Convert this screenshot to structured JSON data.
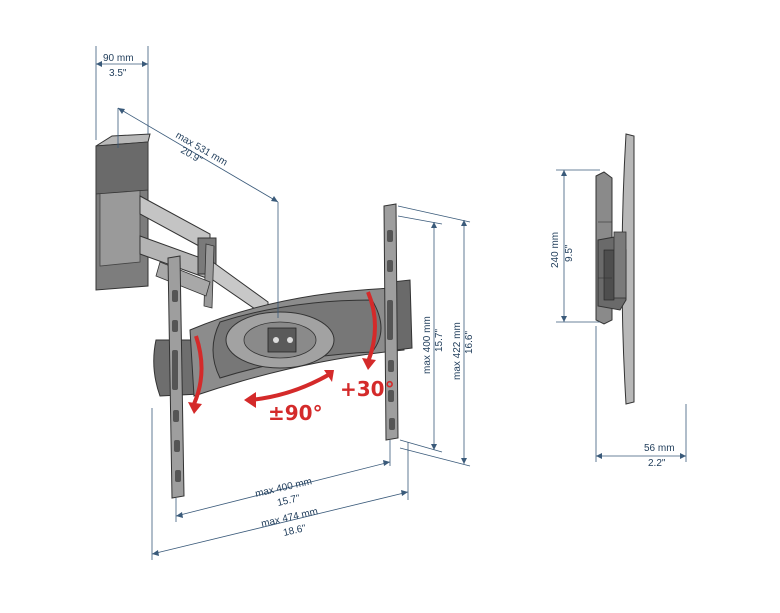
{
  "dimensions": {
    "depth_min": {
      "metric": "90 mm",
      "imperial": "3.5\""
    },
    "arm_reach": {
      "metric": "max 531 mm",
      "imperial": "20.9\""
    },
    "vesa_height": {
      "metric": "max 400 mm",
      "imperial": "15.7\""
    },
    "plate_height": {
      "metric": "max 422 mm",
      "imperial": "16.6\""
    },
    "wall_plate_height": {
      "metric": "240 mm",
      "imperial": "9.5\""
    },
    "depth_side": {
      "metric": "56 mm",
      "imperial": "2.2\""
    },
    "vesa_width": {
      "metric": "max 400 mm",
      "imperial": "15.7\""
    },
    "plate_width": {
      "metric": "max 474 mm",
      "imperial": "18.6\""
    }
  },
  "rotation": {
    "swivel_label": "±90°",
    "tilt_label": "+30°",
    "accent_color": "#d42a2a"
  },
  "colors": {
    "dimension_line": "#3a5a7a",
    "dimension_text": "#1f3c5a",
    "mount_body": "#8a8a8a",
    "mount_dark": "#5e5e5e",
    "mount_light": "#c8c8c8"
  }
}
